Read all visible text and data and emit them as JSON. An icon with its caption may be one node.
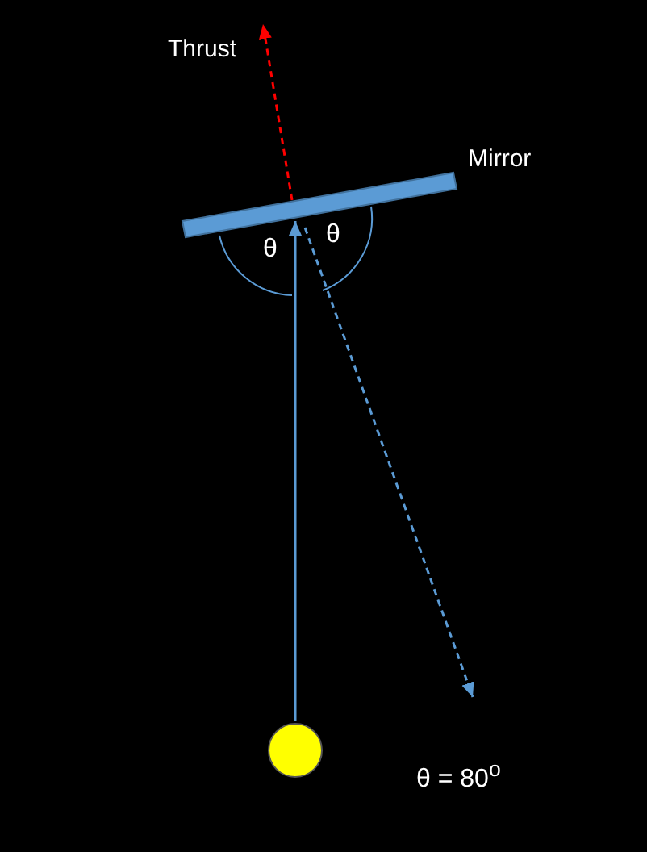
{
  "diagram": {
    "nodes": [
      {
        "text": [
          "Mirror"
        ]
      },
      {
        "text": [],
        "shape": "circle"
      }
    ],
    "edges": [
      {
        "from": 1,
        "to": 0,
        "arrow": "to"
      },
      {
        "from": 0,
        "to": null,
        "arrow": "to",
        "style": "dashed"
      },
      {
        "from": 0,
        "to": null,
        "arrow": "to",
        "style": "dashed",
        "color": "#ff0000",
        "label": "Thrust"
      }
    ],
    "labels": [
      "θ",
      "θ",
      "θ = 80$^{o}$"
    ]
  }
}
